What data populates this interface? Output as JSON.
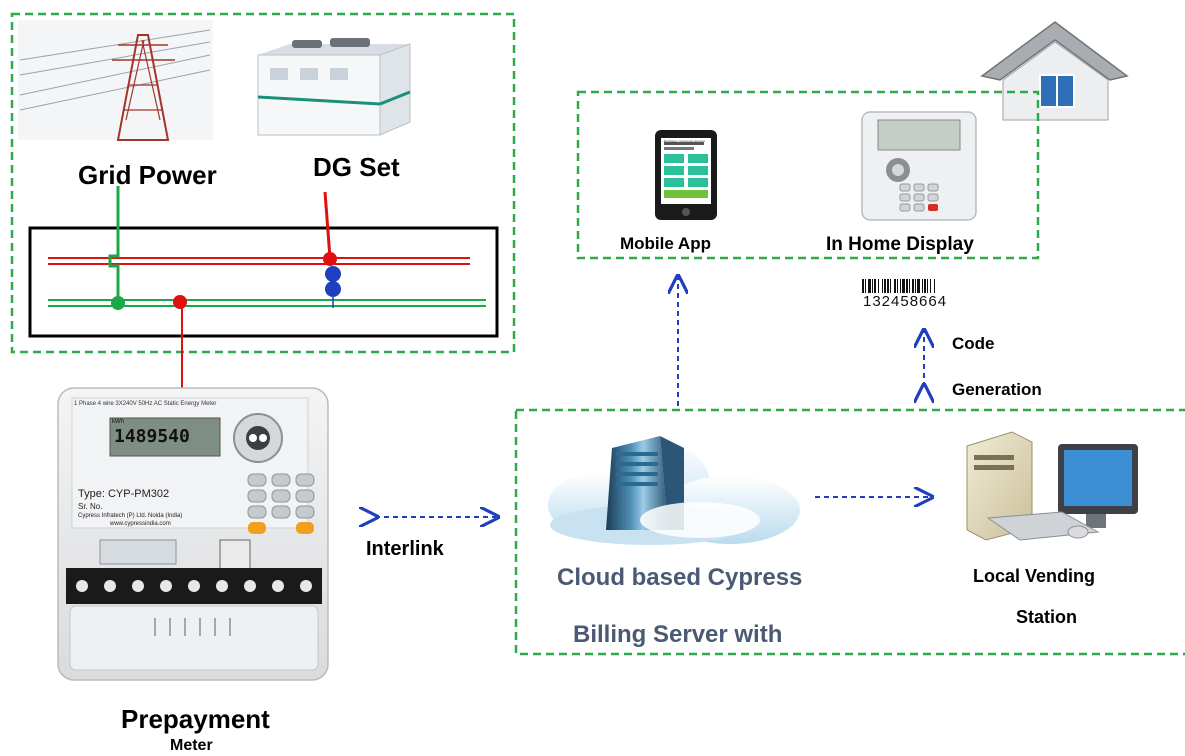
{
  "power_sources": {
    "grid_label": "Grid Power",
    "dg_label": "DG Set"
  },
  "meter": {
    "label_line1": "Prepayment",
    "label_line2": "Meter",
    "header_text": "1 Phase 4 wire 3X240V 50Hz AC Static Energy Meter",
    "display_reading": "1489540",
    "display_unit": "kWh",
    "type_text": "Type: CYP-PM302",
    "serial_text": "Sr. No.",
    "maker_text": "Cypress Infratech (P) Ltd. Noida (India)",
    "website_text": "www.cypressindia.com"
  },
  "home": {
    "mobile_app_label": "Mobile App",
    "in_home_display_label": "In Home Display",
    "app_screen_title": "Recharge / Consumer Account"
  },
  "barcode": {
    "number": "132458664"
  },
  "code_generation": {
    "line1": "Code",
    "line2": "Generation"
  },
  "interlink": {
    "label": "Interlink"
  },
  "cloud": {
    "line1": "Cloud based Cypress",
    "line2": "Billing Server with"
  },
  "vending": {
    "line1": "Local Vending",
    "line2": "Station"
  },
  "colors": {
    "dashed_border": "#2eaa4a",
    "arrow": "#1f3fbf",
    "grid_line": "#1aa84a",
    "dg_line": "#e01010"
  }
}
